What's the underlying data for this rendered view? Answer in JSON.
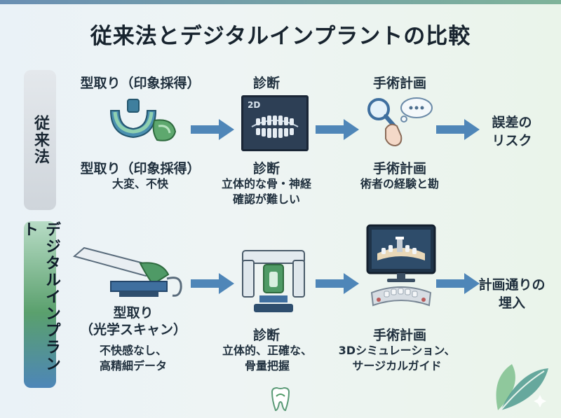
{
  "title": "従来法とデジタルインプラントの比較",
  "sections": {
    "conventional": {
      "label": "従来法",
      "steps": [
        {
          "top_label": "型取り（印象採得）",
          "name": "型取り（印象採得）",
          "desc": [
            "大変、不快"
          ]
        },
        {
          "top_label": "診断",
          "name": "診断",
          "desc": [
            "立体的な骨・神経",
            "確認が難しい"
          ],
          "badge": "2D"
        },
        {
          "top_label": "手術計画",
          "name": "手術計画",
          "desc": [
            "術者の経験と勘"
          ]
        }
      ],
      "result": [
        "誤差の",
        "リスク"
      ]
    },
    "digital": {
      "label": "デジタルインプラント",
      "steps": [
        {
          "name": [
            "型取り",
            "（光学スキャン）"
          ],
          "desc": [
            "不快感なし、",
            "高精細データ"
          ]
        },
        {
          "name": [
            "診断"
          ],
          "desc": [
            "立体的、正確な、",
            "骨量把握"
          ]
        },
        {
          "name": [
            "手術計画"
          ],
          "desc": [
            "3Dシミュレーション、",
            "サージカルガイド"
          ]
        }
      ],
      "result": [
        "計画通りの",
        "埋入"
      ]
    }
  },
  "colors": {
    "arrow": "#4f86b8",
    "green": "#4f9a66",
    "blue": "#3f6f9f"
  }
}
